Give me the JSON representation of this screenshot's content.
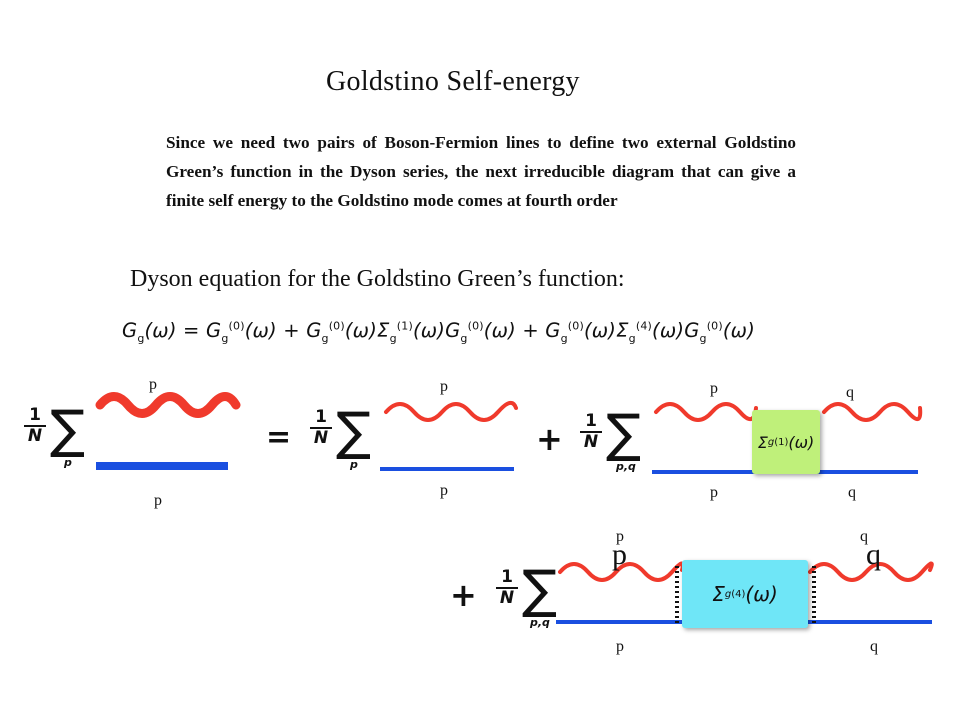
{
  "title": "Goldstino  Self-energy",
  "paragraph": "Since we need two pairs of Boson-Fermion lines to define two external Goldstino Green’s function in the Dyson series, the next irreducible diagram that can give a finite self energy to the Goldstino mode comes at fourth order",
  "subheading": "Dyson equation for the Goldstino Green’s function:",
  "equation": {
    "lhs": "G",
    "g": "g",
    "omega": "(ω)",
    "eq": " = ",
    "plus": " + ",
    "G": "G",
    "sigma": "Σ",
    "sup0": "(0)",
    "sup1": "(1)",
    "sup4": "(4)"
  },
  "diagram": {
    "prefactor_num": "1",
    "prefactor_den": "N",
    "sum_symbol": "∑",
    "sum_index_p": "p",
    "sum_index_pq": "p,q",
    "equals": "=",
    "plus": "+",
    "label_p": "p",
    "label_q": "q",
    "self_energy_1": "Σ",
    "self_energy_4": "Σ",
    "se_sub": "g",
    "se_sup1": "(1)",
    "se_sup4": "(4)",
    "se_omega": "(ω)",
    "colors": {
      "boson_line": "#f03a2c",
      "fermion_line": "#1a4fe0",
      "sigma1_box": "#bff07a",
      "sigma4_box": "#6fe6f7"
    }
  }
}
